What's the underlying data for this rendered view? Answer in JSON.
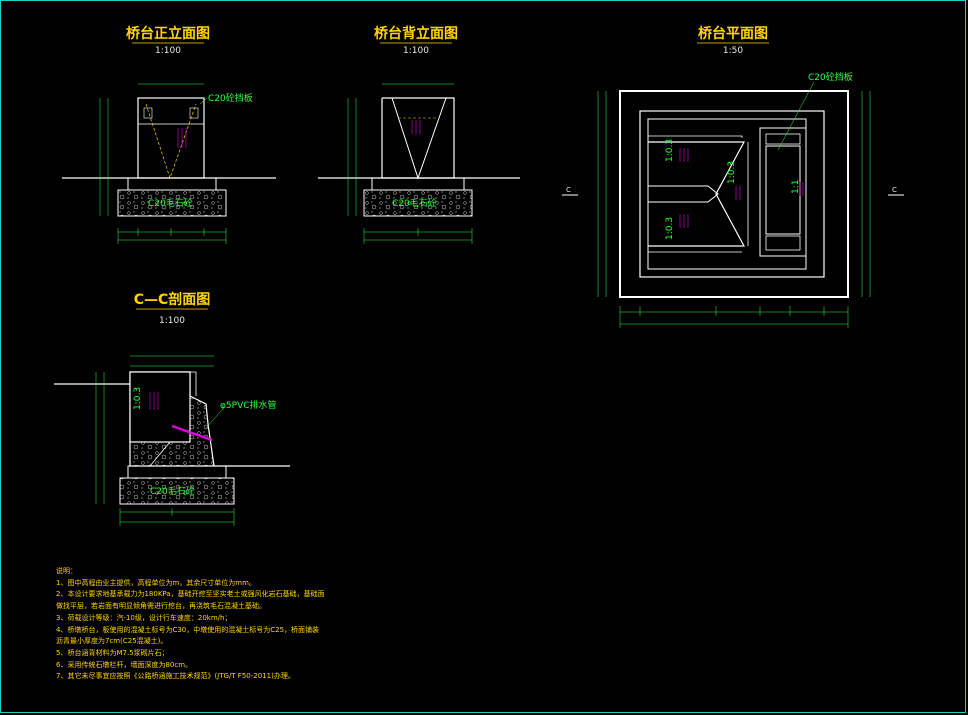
{
  "drawings": {
    "front": {
      "title": "桥台正立面图",
      "scale": "1:100",
      "label_top": "C20砼挡板",
      "label_base": "C20毛石砼"
    },
    "back": {
      "title": "桥台背立面图",
      "scale": "1:100",
      "label_base": "C20毛石砼"
    },
    "plan": {
      "title": "桥台平面图",
      "scale": "1:50",
      "label_top": "C20砼挡板",
      "slope_1": "1:0.3",
      "slope_2": "1:0.3",
      "slope_3": "1:0.3",
      "slope_4": "1:1",
      "section_mark": "C"
    },
    "section": {
      "title": "C—C剖面图",
      "scale": "1:100",
      "pipe": "φ5PVC排水管",
      "slope": "1:0.3",
      "label_base": "C20毛石砼"
    }
  },
  "notes": {
    "heading": "说明：",
    "items": [
      "1、图中高程由业主提供，高程单位为m，其余尺寸单位为mm。",
      "2、本设计要求地基承载力为180KPa，基础开挖至坚实老土或强风化岩石基础，基础面",
      "做找平层，若岩面有明显倾角需进行挖台，再浇筑毛石混凝土基础。",
      "3、荷载设计等级：汽-10级，设计行车速度：20km/h；",
      "4、桥墩桥台，板使用的混凝土标号为C30，中墩使用的混凝土标号为C25，桥面铺装",
      "沥青最小厚度为7cm(C25混凝土)。",
      "5、桥台涵背材料为M7.5浆砌片石；",
      "6、采用传统石墩栏杆，墙面深度为80cm。",
      "7、其它未尽事宜应按照《公路桥涵施工技术规范》(JTG/T F50-2011)办理。"
    ]
  },
  "colors": {
    "frame": "#1fd0d0",
    "title": "#ffd400",
    "line": "#ffffff",
    "dim": "#2fff3f",
    "hatch": "#e000e0"
  }
}
